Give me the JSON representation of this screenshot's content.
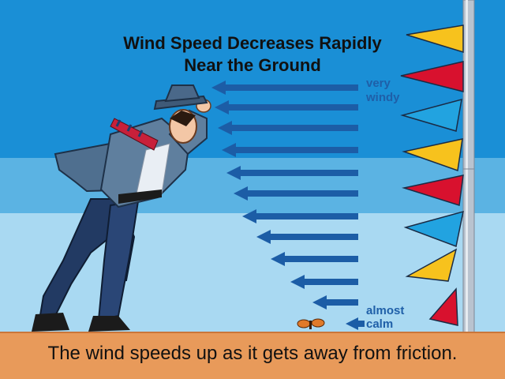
{
  "title": {
    "line1": "Wind Speed Decreases Rapidly",
    "line2": "Near the Ground"
  },
  "labels": {
    "top_line1": "very",
    "top_line2": "windy",
    "bottom_line1": "almost",
    "bottom_line2": "calm"
  },
  "caption": "The wind speeds up as it gets away from friction.",
  "colors": {
    "sky_top": "#1a8fd6",
    "sky_mid": "#5bb3e3",
    "sky_bottom": "#a9d9f2",
    "arrow": "#1c5da6",
    "ground": "#e89a5a",
    "flag_yellow": "#f7c21d",
    "flag_red": "#d8112e",
    "flag_blue": "#22a3e0",
    "pole": "#b9c3cf"
  },
  "icons": {
    "man": "man-leaning-into-wind-icon",
    "butterfly": "butterfly-icon",
    "flags": "pennant-flag-icon",
    "pole": "flagpole-icon"
  }
}
